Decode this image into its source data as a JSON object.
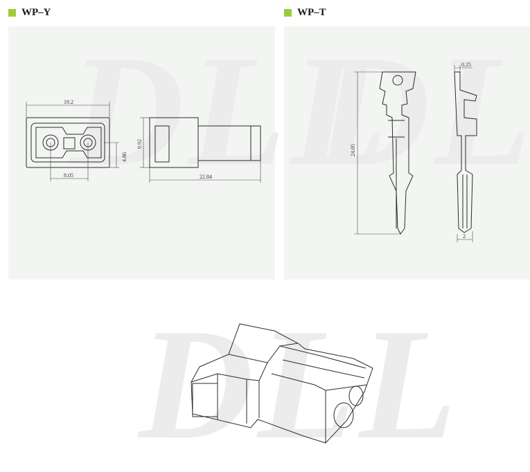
{
  "panels": {
    "left": {
      "title": "WP–Y"
    },
    "right": {
      "title": "WP–T"
    }
  },
  "watermark": "DLL",
  "dimensions": {
    "housing_width": "19.2",
    "pin_pitch": "8.05",
    "inner_height": "4.86",
    "housing_height": "9.92",
    "housing_length": "22.84",
    "terminal_length": "24.05",
    "terminal_thickness": "0.25",
    "pin_width": "2"
  },
  "colors": {
    "marker": "#9ccc3c",
    "panel_bg": "#f3f5f3",
    "watermark": "#ececec"
  }
}
